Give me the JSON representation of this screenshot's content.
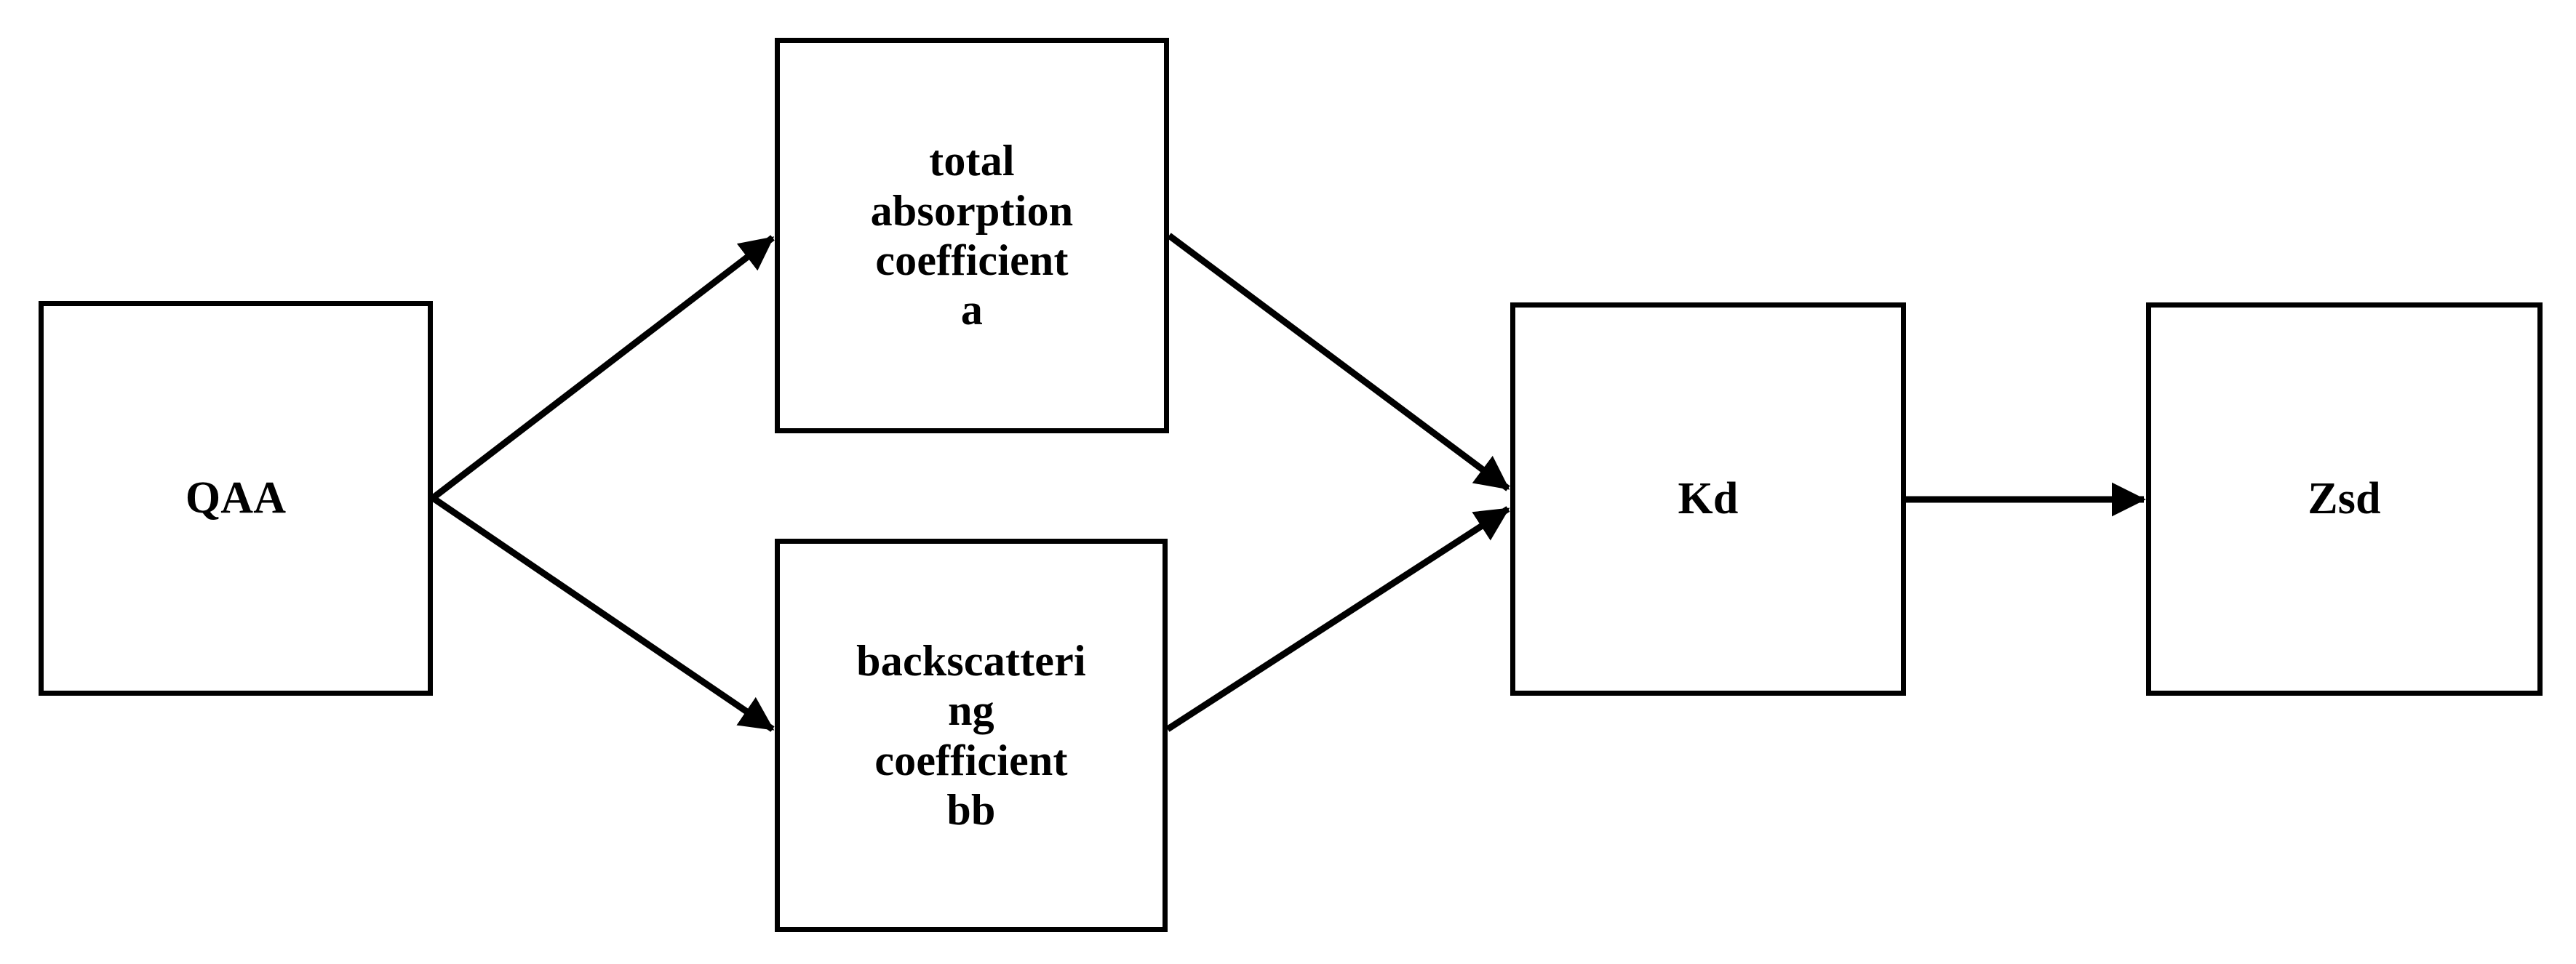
{
  "diagram": {
    "title": "QAA to Zsd derivation flowchart",
    "background_color": "#ffffff",
    "line_color": "#000000",
    "box_border_color": "#000000",
    "box_fill_color": "#ffffff",
    "nodes": [
      {
        "id": "qaa",
        "label": "QAA"
      },
      {
        "id": "abs",
        "label": "total\nabsorption\ncoefficient\na"
      },
      {
        "id": "bb",
        "label": "backscatteri\nng\ncoefficient\nbb"
      },
      {
        "id": "kd",
        "label": "Kd"
      },
      {
        "id": "zsd",
        "label": "Zsd"
      }
    ],
    "edges": [
      {
        "id": "qaa-to-abs",
        "from": "QAA",
        "to": "total absorption coefficient a",
        "arrowhead": "to"
      },
      {
        "id": "qaa-to-bb",
        "from": "QAA",
        "to": "backscattering coefficient bb",
        "arrowhead": "to"
      },
      {
        "id": "abs-to-kd",
        "from": "total absorption coefficient a",
        "to": "Kd",
        "arrowhead": "to"
      },
      {
        "id": "bb-to-kd",
        "from": "backscattering coefficient bb",
        "to": "Kd",
        "arrowhead": "to"
      },
      {
        "id": "kd-to-zsd",
        "from": "Kd",
        "to": "Zsd",
        "arrowhead": "to"
      }
    ]
  }
}
